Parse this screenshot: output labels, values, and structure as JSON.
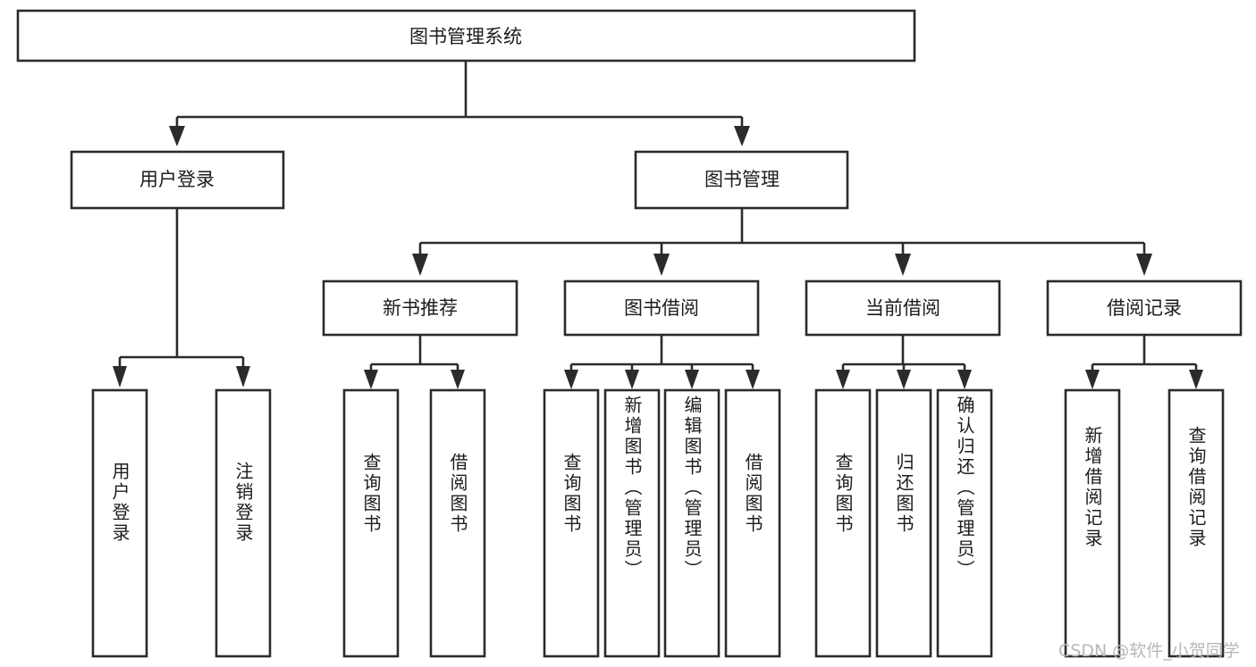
{
  "diagram": {
    "title": "图书管理系统",
    "type": "hierarchy-tree",
    "watermark": "CSDN @软件_小贺同学",
    "colors": {
      "background": "#ffffff",
      "box_stroke": "#2b2b2b",
      "box_fill": "#ffffff",
      "text": "#1c1c1c",
      "watermark": "#b8b8b8"
    },
    "levels": {
      "root": {
        "label": "图书管理系统"
      },
      "level2": [
        {
          "label": "用户登录"
        },
        {
          "label": "图书管理"
        }
      ],
      "level3": [
        {
          "label": "新书推荐"
        },
        {
          "label": "图书借阅"
        },
        {
          "label": "当前借阅"
        },
        {
          "label": "借阅记录"
        }
      ],
      "leaves": {
        "user_login": [
          {
            "label": "用户登录"
          },
          {
            "label": "注销登录"
          }
        ],
        "new_book_recommend": [
          {
            "label": "查询图书"
          },
          {
            "label": "借阅图书"
          }
        ],
        "book_borrow": [
          {
            "label": "查询图书"
          },
          {
            "label": "新增图书（管理员）"
          },
          {
            "label": "编辑图书（管理员）"
          },
          {
            "label": "借阅图书"
          }
        ],
        "current_borrow": [
          {
            "label": "查询图书"
          },
          {
            "label": "归还图书"
          },
          {
            "label": "确认归还（管理员）"
          }
        ],
        "borrow_record": [
          {
            "label": "新增借阅记录"
          },
          {
            "label": "查询借阅记录"
          }
        ]
      }
    }
  }
}
